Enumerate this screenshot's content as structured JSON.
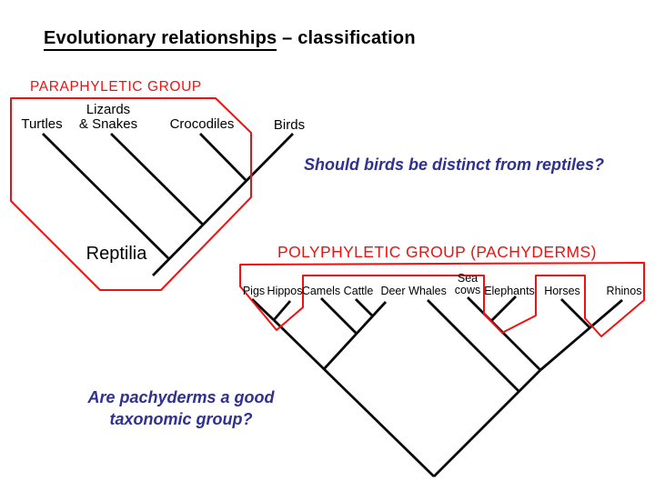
{
  "slide": {
    "title_underlined": "Evolutionary relationships",
    "title_rest": " – classification"
  },
  "left_diagram": {
    "group_label": "PARAPHYLETIC GROUP",
    "taxa": [
      "Turtles",
      "Lizards\n& Snakes",
      "Crocodiles",
      "Birds"
    ],
    "clade_label": "Reptilia",
    "question": "Should birds be distinct from reptiles?"
  },
  "right_diagram": {
    "group_label": "POLYPHYLETIC GROUP (PACHYDERMS)",
    "taxa": [
      "Pigs",
      "Hippos",
      "Camels",
      "Cattle",
      "Deer",
      "Whales",
      "Sea\ncows",
      "Elephants",
      "Horses",
      "Rhinos"
    ],
    "question": "Are pachyderms a good\ntaxonomic group?"
  },
  "colors": {
    "outline_red": "#ee1111",
    "question_navy": "#2e3192",
    "tree_black": "#0a0a0a",
    "background": "#ffffff"
  }
}
